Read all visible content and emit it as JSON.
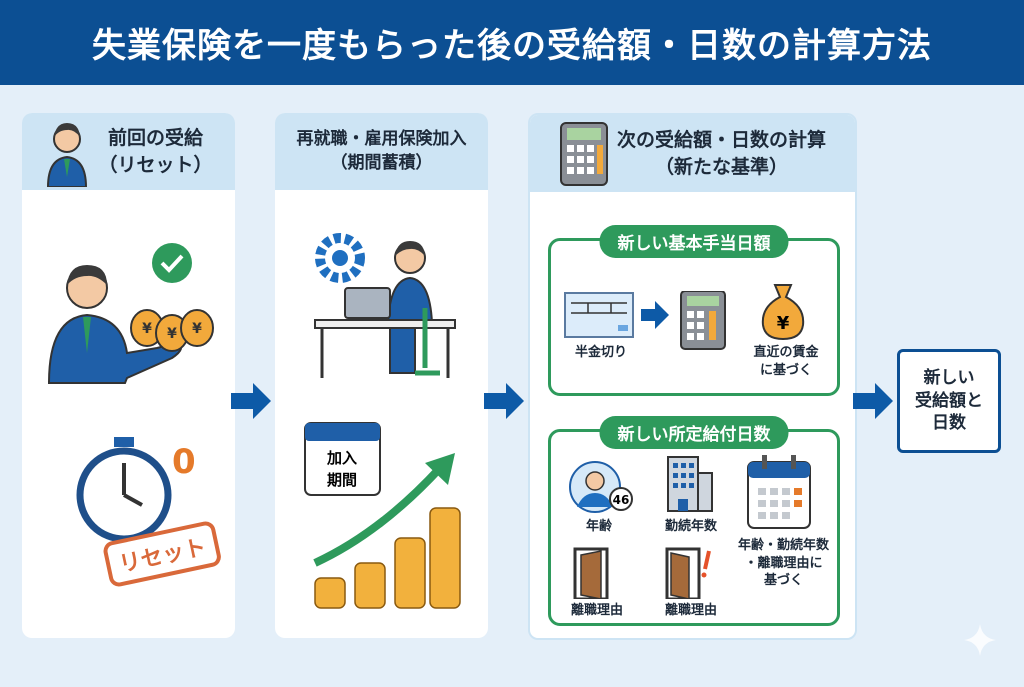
{
  "title": "失業保険を一度もらった後の受給額・日数の計算方法",
  "columns": [
    {
      "header_line1": "前回の受給",
      "header_line2": "（リセット）",
      "badge": "0",
      "stamp": "リセット"
    },
    {
      "header_line1": "再就職・雇用保険加入",
      "header_line2": "（期間蓄積）",
      "calendar_line1": "加入",
      "calendar_line2": "期間"
    },
    {
      "header_line1": "次の受給額・日数の計算",
      "header_line2": "（新たな基準）",
      "box1": {
        "title": "新しい基本手当日額",
        "item1": "半金切り",
        "item2_line1": "直近の賃金",
        "item2_line2": "に基づく"
      },
      "box2": {
        "title": "新しい所定給付日数",
        "age_badge": "46",
        "age": "年齢",
        "tenure": "勤続年数",
        "reason1": "離職理由",
        "reason2": "離職理由",
        "summary_line1": "年齢・勤続年数",
        "summary_line2": "・離職理由に",
        "summary_line3": "基づく"
      }
    }
  ],
  "result": {
    "line1": "新しい",
    "line2": "受給額と",
    "line3": "日数"
  },
  "colors": {
    "header": "#0c4f93",
    "green": "#2e9a5c",
    "arrow": "#0d5aa7"
  }
}
